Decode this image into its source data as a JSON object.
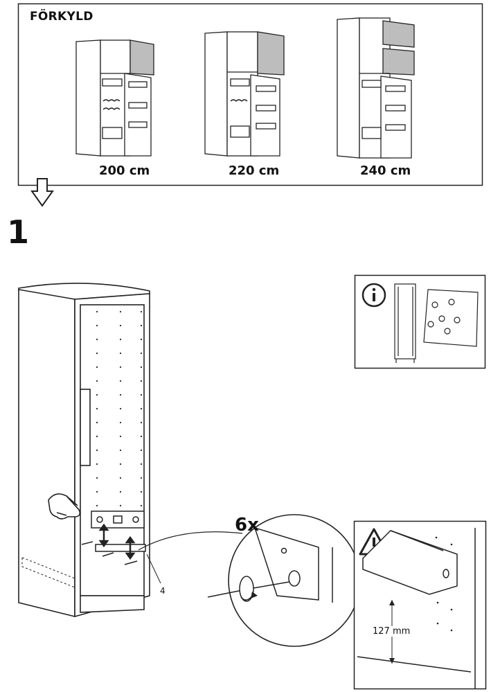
{
  "header": {
    "title": "FÖRKYLD",
    "heights": [
      "200 cm",
      "220 cm",
      "240 cm"
    ]
  },
  "step": {
    "number": "1"
  },
  "callouts": {
    "count": "6x",
    "part_ref": "4",
    "measurement": "127 mm"
  },
  "icons": [
    "info-icon",
    "warning-icon",
    "arrow-down-icon"
  ]
}
